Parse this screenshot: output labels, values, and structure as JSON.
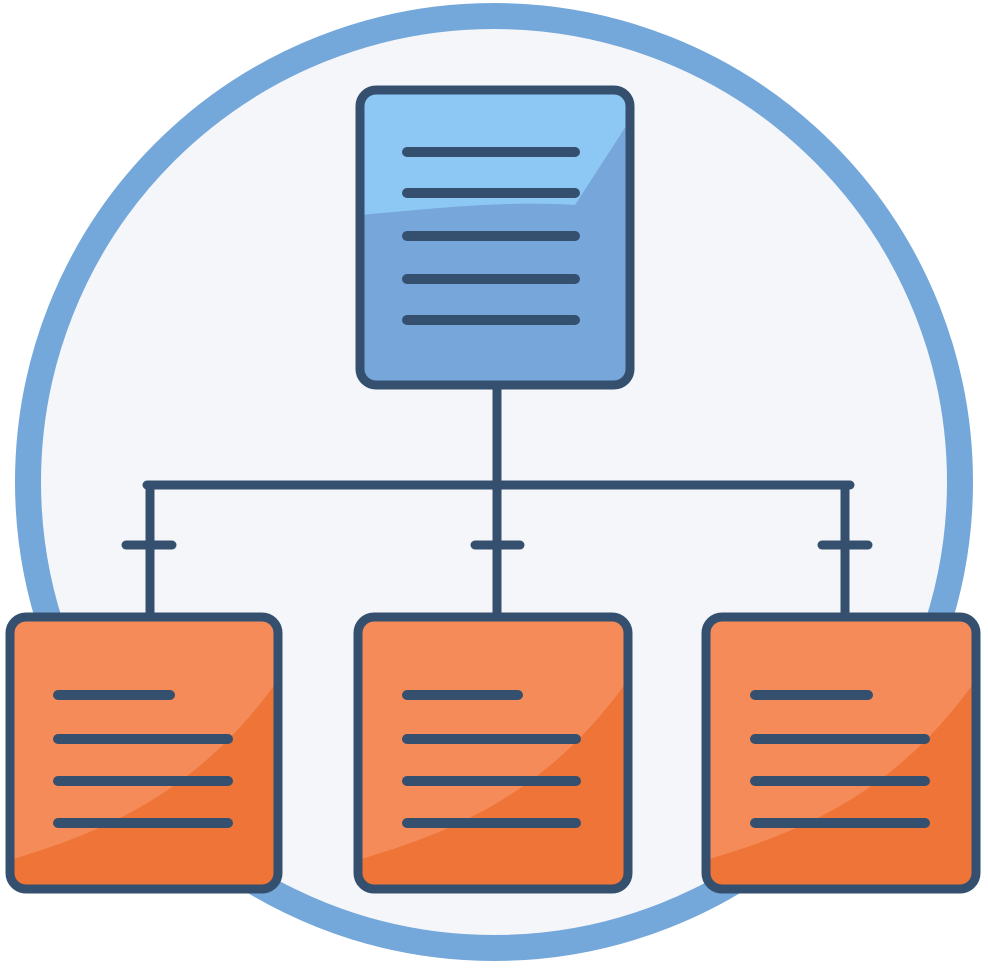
{
  "diagram": {
    "type": "hierarchy",
    "root": {
      "text_lines": 5
    },
    "children": [
      {
        "text_lines": 4
      },
      {
        "text_lines": 4
      },
      {
        "text_lines": 4
      }
    ]
  },
  "colors": {
    "background": "#ffffff",
    "circle_ring": "#74a7da",
    "circle_fill": "#f5f6f9",
    "outline": "#35506e",
    "root_fill_light": "#8dc8f5",
    "root_fill_dark": "#76a6da",
    "child_fill_light": "#f48b58",
    "child_fill_dark": "#ee7437"
  },
  "icons": {
    "background": "circle-badge-icon",
    "root": "document-icon",
    "children": "document-icon"
  }
}
